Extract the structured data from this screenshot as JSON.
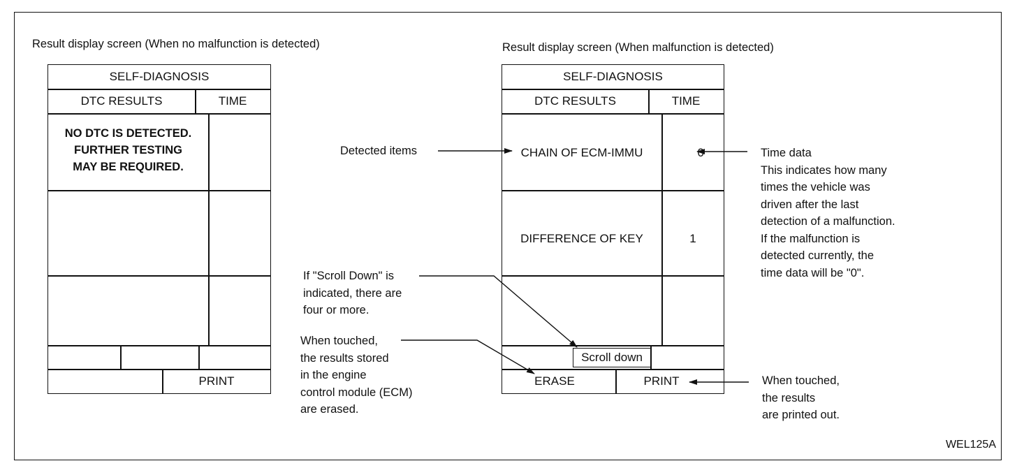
{
  "left_panel": {
    "caption": "Result display screen (When no malfunction is detected)",
    "title": "SELF-DIAGNOSIS",
    "col_results": "DTC RESULTS",
    "col_time": "TIME",
    "message_lines": [
      "NO DTC IS DETECTED.",
      "FURTHER TESTING",
      "MAY BE REQUIRED."
    ],
    "print_label": "PRINT"
  },
  "right_panel": {
    "caption": "Result display screen (When malfunction is detected)",
    "title": "SELF-DIAGNOSIS",
    "col_results": "DTC RESULTS",
    "col_time": "TIME",
    "rows": [
      {
        "item": "CHAIN OF ECM-IMMU",
        "time": "0"
      },
      {
        "item": "DIFFERENCE OF KEY",
        "time": "1"
      }
    ],
    "scroll_label": "Scroll down",
    "erase_label": "ERASE",
    "print_label": "PRINT"
  },
  "callouts": {
    "detected_items": "Detected items",
    "scroll_lines": [
      "If \"Scroll Down\" is",
      "indicated, there are",
      "four or more."
    ],
    "erase_lines": [
      "When touched,",
      "the results stored",
      "in the engine",
      "control module (ECM)",
      "are erased."
    ],
    "time_lines": [
      "Time data",
      "This indicates how many",
      "times the vehicle was",
      "driven after the last",
      "detection of a malfunction.",
      "If the malfunction is",
      "detected currently, the",
      "time data will be \"0\"."
    ],
    "print_lines": [
      "When touched,",
      "the results",
      "are printed out."
    ]
  },
  "figure_code": "WEL125A"
}
